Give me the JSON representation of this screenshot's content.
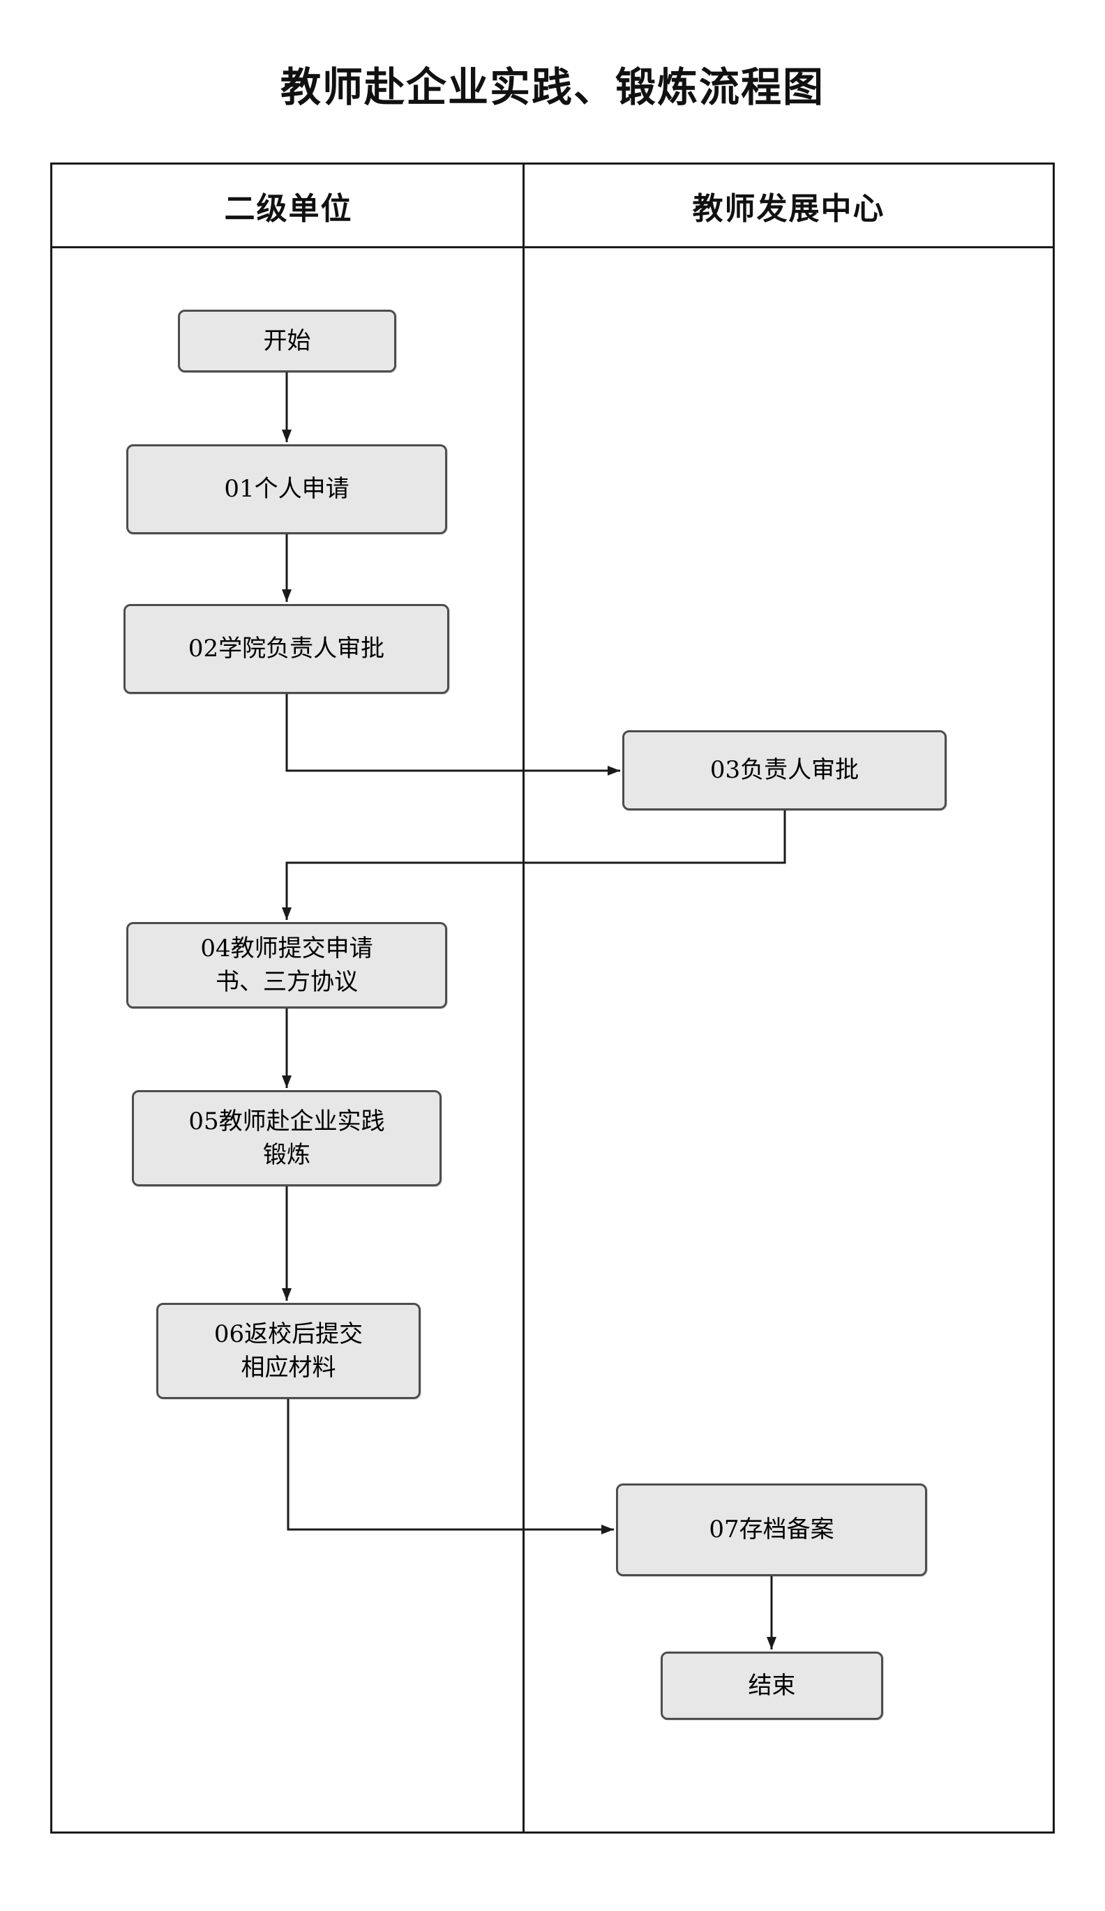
{
  "title": "教师赴企业实践、锻炼流程图",
  "lanes": [
    {
      "label": "二级单位"
    },
    {
      "label": "教师发展中心"
    }
  ],
  "nodes": {
    "start": {
      "label": "开始"
    },
    "n01": {
      "label": "01个人申请"
    },
    "n02": {
      "label": "02学院负责人审批"
    },
    "n03": {
      "label": "03负责人审批"
    },
    "n04": {
      "label": "04教师提交申请\n书、三方协议"
    },
    "n05": {
      "label": "05教师赴企业实践\n锻炼"
    },
    "n06": {
      "label": "06返校后提交\n相应材料"
    },
    "n07": {
      "label": "07存档备案"
    },
    "end": {
      "label": "结束"
    }
  },
  "edges": [
    {
      "from": "start",
      "to": "n01"
    },
    {
      "from": "n01",
      "to": "n02"
    },
    {
      "from": "n02",
      "to": "n03"
    },
    {
      "from": "n03",
      "to": "n04"
    },
    {
      "from": "n04",
      "to": "n05"
    },
    {
      "from": "n05",
      "to": "n06"
    },
    {
      "from": "n06",
      "to": "n07"
    },
    {
      "from": "n07",
      "to": "end"
    }
  ],
  "colors": {
    "box_fill": "#e7e7e7",
    "box_border": "#4d4d4d",
    "line": "#1a1a1a",
    "text": "#000000",
    "background": "#ffffff"
  }
}
